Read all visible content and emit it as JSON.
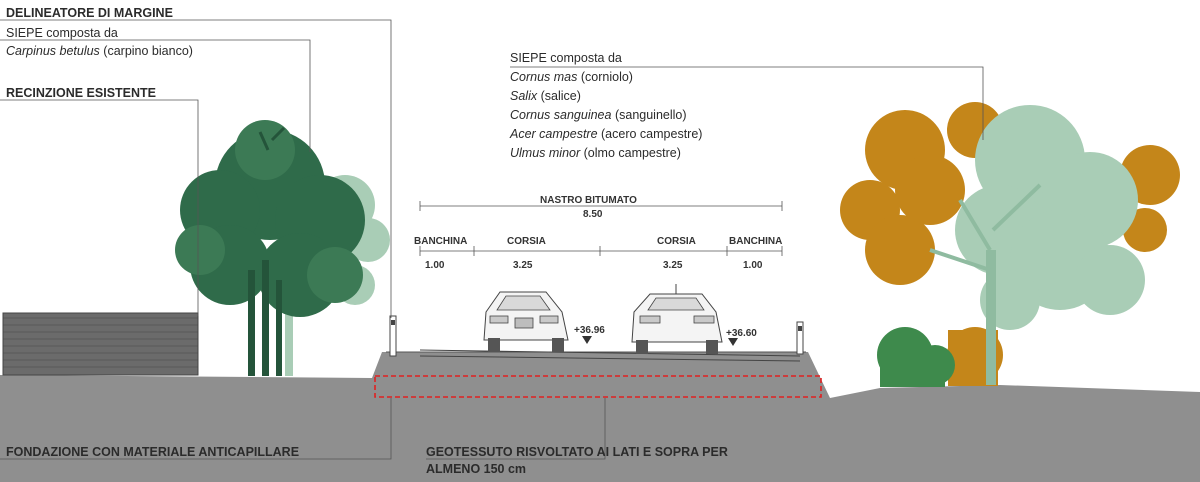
{
  "labels": {
    "delineatore": "DELINEATORE DI MARGINE",
    "siepe_left_title": "SIEPE composta da",
    "siepe_left_species": "Carpinus betulus",
    "siepe_left_common": "(carpino bianco)",
    "recinzione": "RECINZIONE ESISTENTE",
    "siepe_right_title": "SIEPE composta da",
    "siepe_right_items": [
      {
        "species": "Cornus mas",
        "common": "(corniolo)"
      },
      {
        "species": "Salix",
        "common": "(salice)"
      },
      {
        "species": "Cornus sanguinea",
        "common": "(sanguinello)"
      },
      {
        "species": "Acer campestre",
        "common": "(acero campestre)"
      },
      {
        "species": "Ulmus minor",
        "common": "(olmo campestre)"
      }
    ],
    "fondazione": "FONDAZIONE CON MATERIALE ANTICAPILLARE",
    "geotessuto_line1": "GEOTESSUTO RISVOLTATO AI LATI E SOPRA PER",
    "geotessuto_line2": "ALMENO 150 cm"
  },
  "road": {
    "nastro_label": "NASTRO BITUMATO",
    "nastro_width": "8.50",
    "lanes": [
      {
        "name": "BANCHINA",
        "width": "1.00"
      },
      {
        "name": "CORSIA",
        "width": "3.25"
      },
      {
        "name": "CORSIA",
        "width": "3.25"
      },
      {
        "name": "BANCHINA",
        "width": "1.00"
      }
    ],
    "elevation_left": "+36.96",
    "elevation_right": "+36.60"
  },
  "colors": {
    "ground": "#8f8f8f",
    "fence": "#6b6b6b",
    "tree_dark": "#2f6b4a",
    "tree_light": "#a9cdb6",
    "tree_orange": "#c4861a",
    "shrub_green": "#3e8a4c",
    "geotextile": "#e02020"
  }
}
